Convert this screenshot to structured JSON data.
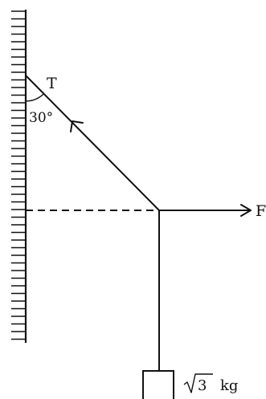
{
  "labels": {
    "tension": "T",
    "angle": "30°",
    "force": "F",
    "mass_radicand": "3",
    "mass_unit": "kg"
  },
  "colors": {
    "line": "#111111",
    "background": "#ffffff"
  }
}
